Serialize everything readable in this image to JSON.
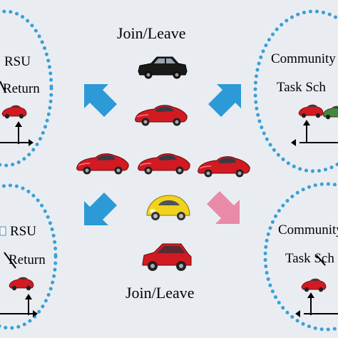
{
  "center": {
    "top_label": "Join/Leave",
    "bottom_label": "Join/Leave"
  },
  "clusters": [
    {
      "id": "top-left",
      "title": "RSU",
      "subtitle": "Return"
    },
    {
      "id": "bottom-left",
      "title": "RSU",
      "subtitle": "Return"
    },
    {
      "id": "top-right",
      "title": "Community",
      "subtitle": "Task Sch"
    },
    {
      "id": "bottom-right",
      "title": "Community",
      "subtitle": "Task Sch"
    }
  ],
  "colors": {
    "background": "#e9edf1",
    "dots": "#3a9fd8",
    "arrow_blue": "#2b9ad6",
    "arrow_pink": "#e88aa8",
    "car_red": "#d11a22",
    "car_black": "#1a1a1a",
    "car_yellow": "#f2d21c",
    "car_green": "#3f8a3a"
  },
  "icons": {
    "arrows": [
      "arrow-up-left-icon",
      "arrow-up-right-icon",
      "arrow-down-left-icon",
      "arrow-down-right-icon"
    ],
    "cars": [
      "black-sedan-icon",
      "red-sports-car-icon",
      "yellow-beetle-icon",
      "red-hatchback-icon"
    ]
  }
}
